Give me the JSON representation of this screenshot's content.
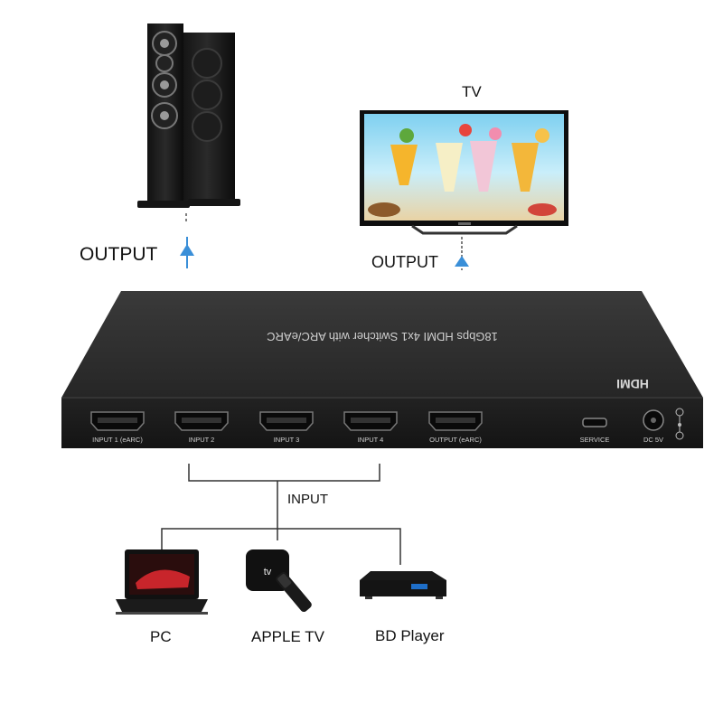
{
  "labels": {
    "output_speakers": "OUTPUT",
    "output_tv": "OUTPUT",
    "tv": "TV",
    "input": "INPUT",
    "pc": "PC",
    "apple_tv": "APPLE TV",
    "bd_player": "BD Player"
  },
  "device": {
    "top_text": "18Gbps HDMI 4x1 Switcher with ARC/eARC",
    "ports": [
      {
        "label": "INPUT 1 (eARC)"
      },
      {
        "label": "INPUT 2"
      },
      {
        "label": "INPUT 3"
      },
      {
        "label": "INPUT  4"
      },
      {
        "label": "OUTPUT (eARC)"
      }
    ],
    "service_label": "SERVICE",
    "dc_label": "DC 5V",
    "hdmi_logo": "HDMI"
  },
  "colors": {
    "arrow": "#3a8fd8",
    "device_body": "#2c2c2c",
    "device_front": "#1b1b1b",
    "line": "#333333"
  }
}
